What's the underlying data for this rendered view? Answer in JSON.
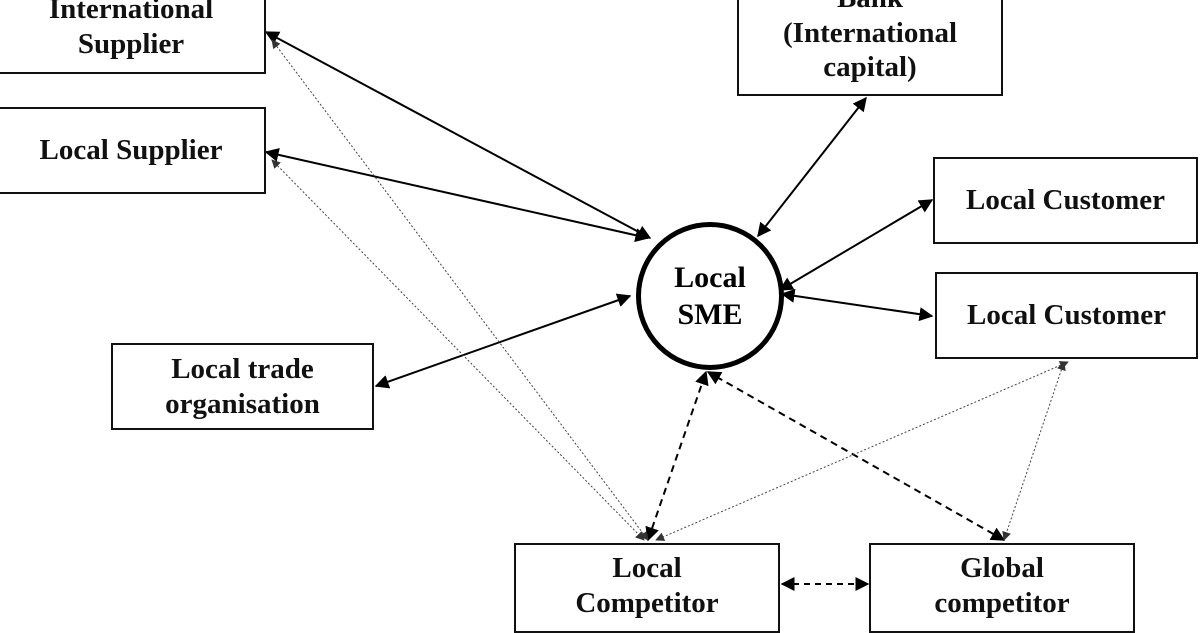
{
  "nodes": {
    "international_supplier": "International\nSupplier",
    "bank": "Bank\n(International\ncapital)",
    "local_supplier": "Local Supplier",
    "local_customer_1": "Local Customer",
    "local_customer_2": "Local Customer",
    "local_sme": "Local\nSME",
    "local_trade_org": "Local trade\norganisation",
    "local_competitor": "Local\nCompetitor",
    "global_competitor": "Global\ncompetitor"
  },
  "links": [
    {
      "from": "international_supplier",
      "to": "local_sme",
      "style": "solid"
    },
    {
      "from": "local_supplier",
      "to": "local_sme",
      "style": "solid"
    },
    {
      "from": "bank",
      "to": "local_sme",
      "style": "solid"
    },
    {
      "from": "local_customer_1",
      "to": "local_sme",
      "style": "solid"
    },
    {
      "from": "local_customer_2",
      "to": "local_sme",
      "style": "solid"
    },
    {
      "from": "local_trade_org",
      "to": "local_sme",
      "style": "solid"
    },
    {
      "from": "local_competitor",
      "to": "local_sme",
      "style": "dashed"
    },
    {
      "from": "global_competitor",
      "to": "local_sme",
      "style": "dashed"
    },
    {
      "from": "local_competitor",
      "to": "global_competitor",
      "style": "dashed"
    },
    {
      "from": "international_supplier",
      "to": "local_competitor",
      "style": "dotted"
    },
    {
      "from": "local_supplier",
      "to": "local_competitor",
      "style": "dotted"
    },
    {
      "from": "local_customer_2",
      "to": "local_competitor",
      "style": "dotted"
    },
    {
      "from": "local_customer_2",
      "to": "global_competitor",
      "style": "dotted"
    }
  ]
}
